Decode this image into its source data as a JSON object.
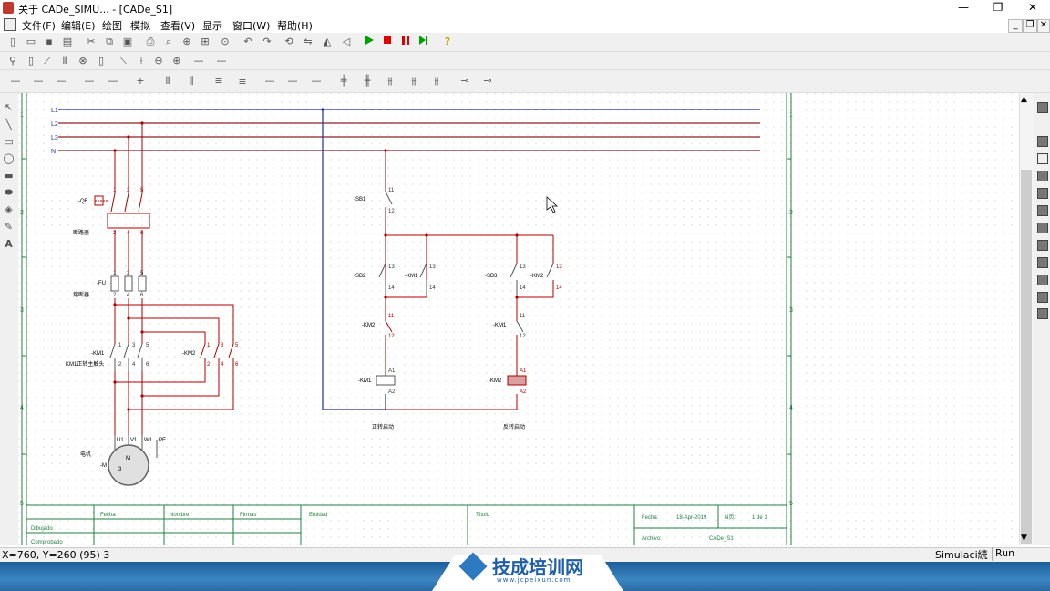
{
  "window": {
    "title": "关于 CADe_SIMU... - [CADe_S1]",
    "minimize": "—",
    "restore": "❐",
    "close": "✕"
  },
  "menu": [
    {
      "label": "文件(F)"
    },
    {
      "label": "编辑(E)"
    },
    {
      "label": "绘图"
    },
    {
      "label": "模拟"
    },
    {
      "label": "查看(V)"
    },
    {
      "label": "显示"
    },
    {
      "label": "窗口(W)"
    },
    {
      "label": "帮助(H)"
    }
  ],
  "mdi": {
    "minimize": "_",
    "restore": "❐",
    "close": "✕"
  },
  "toolbar_icons": [
    "new-file-icon",
    "open-file-icon",
    "save-icon",
    "print-icon",
    "cut-icon",
    "copy-icon",
    "paste-icon",
    "print-preview-icon",
    "find-icon",
    "zoom-icon",
    "zoom-fit-icon",
    "undo-icon",
    "redo-icon",
    "rotate-icon",
    "mirror-icon",
    "flip-icon",
    "arrow-icon",
    "run-icon",
    "stop-icon",
    "pause-icon",
    "step-icon",
    "help-icon"
  ],
  "colors": {
    "run": "#00a000",
    "stop": "#e00000",
    "pause": "#e00000",
    "help": "#c8a000",
    "active_wire": "#b00000",
    "inactive_wire": "#8b2323",
    "blue_wire": "#1f2f9f",
    "grid_green": "#208040"
  },
  "status": {
    "coords": "X=760, Y=260 (95) 3",
    "mode": "Simulaci続",
    "state": "Run"
  },
  "brand": {
    "name": "技成培训网",
    "url": "www.jcpeixun.com"
  },
  "diagram": {
    "row_markers": [
      "1",
      "2",
      "3",
      "4",
      "5"
    ],
    "phases": [
      "L1",
      "L2",
      "L3",
      "N"
    ],
    "main_labels": {
      "qf": "-QF",
      "breaker": "断路器",
      "fu": "-FU",
      "fuse": "熔断器",
      "km1_top": "-KM1",
      "km1_caption": "KM1正转主触头",
      "km2_top": "-KM2",
      "motor": "电机",
      "motor_tag": "-M",
      "u1": "U1",
      "v1": "V1",
      "w1": "W1",
      "pe": "PE",
      "motor_m": "M",
      "motor_3": "3"
    },
    "terminals": {
      "t1": "1",
      "t2": "2",
      "t3": "3",
      "t4": "4",
      "t5": "5",
      "t6": "6"
    },
    "ctrl": {
      "sb1": "-SB1",
      "sb2": "-SB2",
      "sb3": "-SB3",
      "km1": "-KM1",
      "km2": "-KM2",
      "n11": "11",
      "n12": "12",
      "n13": "13",
      "n14": "14",
      "a1": "A1",
      "a2": "A2",
      "forward": "正转启动",
      "reverse": "反转启动"
    },
    "title_block": {
      "fecha": "Fecha",
      "nombre": "Nombre",
      "firmas": "Firmas",
      "entidad": "Entidad",
      "titulo": "Título",
      "dibujado": "Dibujado",
      "comprobado": "Comprobado",
      "fecha2": "Fecha:",
      "date": "18-Apr-2019",
      "n_label": "N页:",
      "n_value": "1 de 1",
      "archivo": "Archivo:",
      "archivo_value": "CADe_S1"
    }
  }
}
